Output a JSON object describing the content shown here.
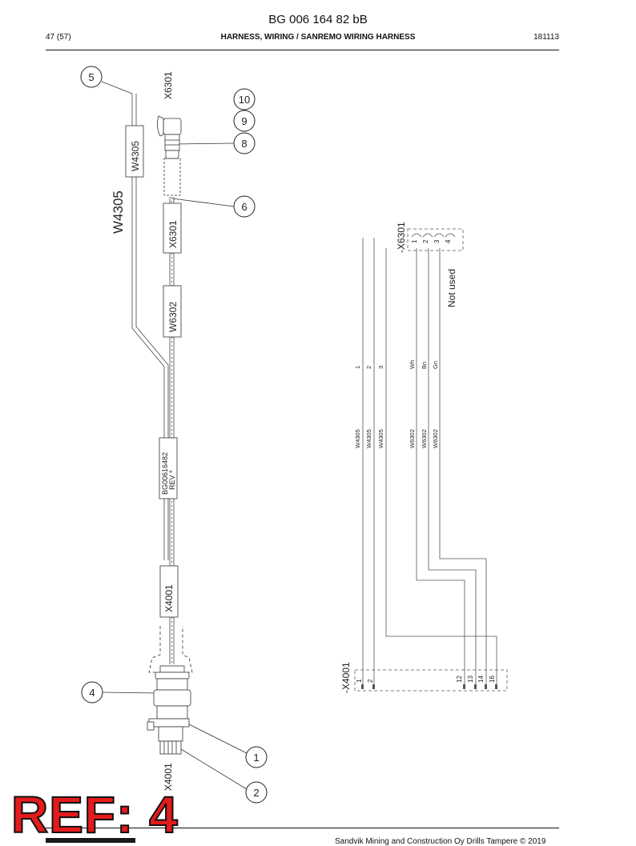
{
  "header": {
    "doc_id": "BG 006 164 82 bB",
    "page": "47 (57)",
    "title": "HARNESS, WIRING / SANREMO WIRING HARNESS",
    "date": "181113"
  },
  "drawing": {
    "callouts": [
      "5",
      "10",
      "9",
      "8",
      "6",
      "4",
      "1",
      "2"
    ],
    "cable_labels": {
      "w4305_big": "W4305",
      "w4305_tag": "W4305",
      "x6301_top": "X6301",
      "x6301_tag": "X6301",
      "w6302_tag": "W6302",
      "label_line1": "BG00616482",
      "label_line2": "REV *",
      "x4001_tag": "X4001",
      "x4001_bottom": "X4001"
    }
  },
  "schematic": {
    "x6301_connector": "-X6301",
    "x6301_pins": [
      "1",
      "2",
      "3",
      "4"
    ],
    "not_used": "Not used",
    "wires": [
      {
        "cable": "W4305",
        "id": "1"
      },
      {
        "cable": "W4305",
        "id": "2"
      },
      {
        "cable": "W4305",
        "id": "3"
      },
      {
        "cable": "W6302",
        "id": "Wh"
      },
      {
        "cable": "W6302",
        "id": "Bn"
      },
      {
        "cable": "W6302",
        "id": "Gn"
      }
    ],
    "x4001_connector": "-X4001",
    "x4001_pins": [
      "1",
      "2",
      "12",
      "13",
      "14",
      "16"
    ]
  },
  "stamp": "REF: 4",
  "footer": "Sandvik Mining and Construction Oy Drills Tampere © 2019"
}
